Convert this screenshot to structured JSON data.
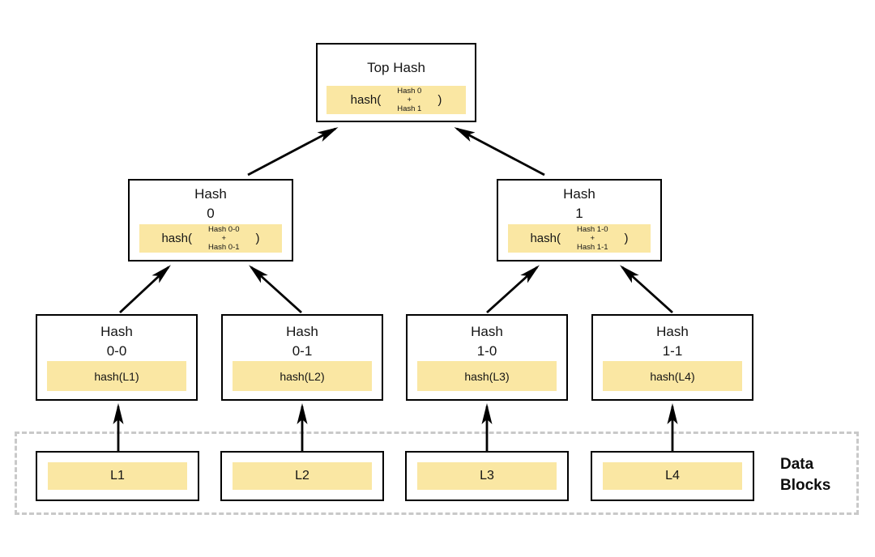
{
  "colors": {
    "highlight": "#FAE7A3",
    "box_border": "#000000",
    "ink": "#141414",
    "arrow": "#000000",
    "dashed_border": "#C9C9C9",
    "background": "#FFFFFF"
  },
  "tree": {
    "root": {
      "title": "Top Hash",
      "func": "hash(",
      "arg_top": "Hash 0",
      "arg_op": "+",
      "arg_bottom": "Hash 1",
      "close": ")"
    },
    "level2": [
      {
        "title_line1": "Hash",
        "title_line2": "0",
        "func": "hash(",
        "arg_top": "Hash 0-0",
        "arg_op": "+",
        "arg_bottom": "Hash 0-1",
        "close": ")"
      },
      {
        "title_line1": "Hash",
        "title_line2": "1",
        "func": "hash(",
        "arg_top": "Hash 1-0",
        "arg_op": "+",
        "arg_bottom": "Hash 1-1",
        "close": ")"
      }
    ],
    "level3": [
      {
        "title_line1": "Hash",
        "title_line2": "0-0",
        "formula": "hash(L1)"
      },
      {
        "title_line1": "Hash",
        "title_line2": "0-1",
        "formula": "hash(L2)"
      },
      {
        "title_line1": "Hash",
        "title_line2": "1-0",
        "formula": "hash(L3)"
      },
      {
        "title_line1": "Hash",
        "title_line2": "1-1",
        "formula": "hash(L4)"
      }
    ],
    "data_blocks": {
      "label_line1": "Data",
      "label_line2": "Blocks",
      "blocks": [
        {
          "label": "L1"
        },
        {
          "label": "L2"
        },
        {
          "label": "L3"
        },
        {
          "label": "L4"
        }
      ]
    }
  }
}
